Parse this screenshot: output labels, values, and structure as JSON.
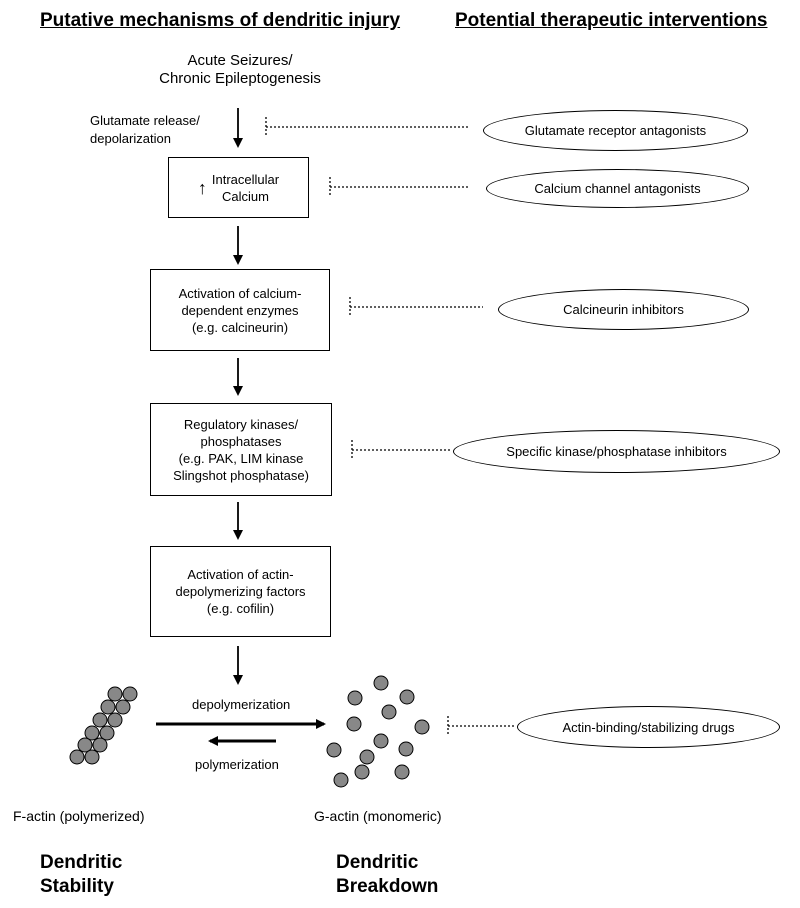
{
  "headers": {
    "left": "Putative mechanisms of dendritic injury",
    "right": "Potential therapeutic interventions"
  },
  "top_label": {
    "line1": "Acute Seizures/",
    "line2": "Chronic Epileptogenesis"
  },
  "side_label": {
    "line1": "Glutamate release/",
    "line2": "depolarization"
  },
  "boxes": [
    {
      "line1": "Intracellular",
      "line2": "Calcium",
      "arrow_glyph": "↑"
    },
    {
      "line1": "Activation of calcium-",
      "line2": "dependent enzymes",
      "line3": "(e.g. calcineurin)"
    },
    {
      "line1": "Regulatory kinases/",
      "line2": "phosphatases",
      "line3": "(e.g. PAK, LIM kinase",
      "line4": "Slingshot phosphatase)"
    },
    {
      "line1": "Activation of actin-",
      "line2": "depolymerizing factors",
      "line3": "(e.g. cofilin)"
    }
  ],
  "interventions": [
    "Glutamate receptor antagonists",
    "Calcium channel antagonists",
    "Calcineurin inhibitors",
    "Specific kinase/phosphatase inhibitors",
    "Actin-binding/stabilizing drugs"
  ],
  "reaction": {
    "forward": "depolymerization",
    "reverse": "polymerization"
  },
  "actin": {
    "f_label": "F-actin  (polymerized)",
    "g_label": "G-actin (monomeric)",
    "f_outcome": {
      "line1": "Dendritic",
      "line2": "Stability"
    },
    "g_outcome": {
      "line1": "Dendritic",
      "line2": "Breakdown"
    },
    "bead_color": "#888888"
  }
}
